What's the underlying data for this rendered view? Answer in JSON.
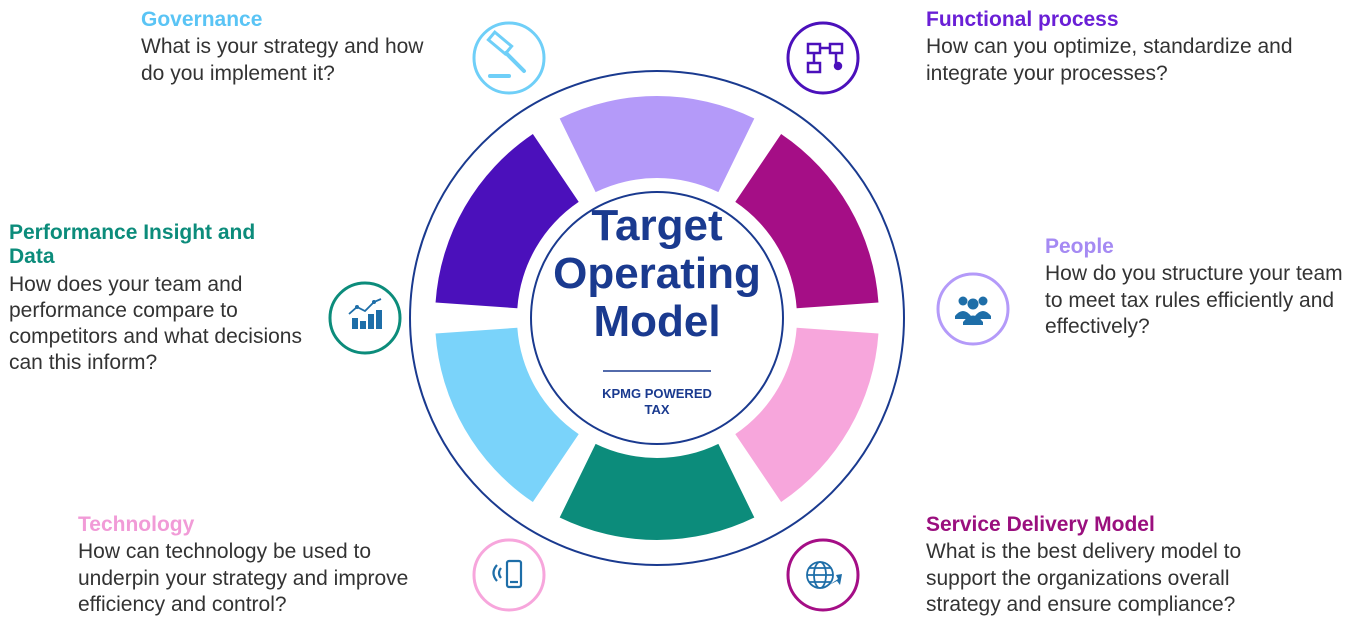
{
  "center": {
    "title_lines": [
      "Target",
      "Operating",
      "Model"
    ],
    "subtitle_lines": [
      "KPMG POWERED",
      "TAX"
    ],
    "color": "#1a3a8f"
  },
  "segments": [
    {
      "key": "governance",
      "title": "Governance",
      "description": "What is your strategy and how do you implement it?",
      "color": "#7ad3fa",
      "title_color": "#5ac4f5",
      "icon": "gavel-icon"
    },
    {
      "key": "functional",
      "title": "Functional process",
      "description": "How can you optimize, standardize and integrate your processes?",
      "color": "#4b10bb",
      "title_color": "#6a1fd6",
      "icon": "flowchart-icon"
    },
    {
      "key": "people",
      "title": "People",
      "description": "How do you structure your team to meet tax rules efficiently and effectively?",
      "color": "#b49af9",
      "title_color": "#a58af3",
      "icon": "people-icon"
    },
    {
      "key": "service",
      "title": "Service Delivery Model",
      "description": "What is the best delivery model to support the organizations overall strategy and ensure compliance?",
      "color": "#a50e86",
      "title_color": "#9a0f7e",
      "icon": "globe-arrow-icon"
    },
    {
      "key": "technology",
      "title": "Technology",
      "description": "How can technology be used to underpin your strategy and improve efficiency and control?",
      "color": "#f7a6dc",
      "title_color": "#f19bd7",
      "icon": "mobile-phone-icon"
    },
    {
      "key": "performance",
      "title": "Performance Insight and Data",
      "description": "How does your team and performance compare to competitors and what decisions can this inform?",
      "color": "#0c8c7b",
      "title_color": "#0c8c7b",
      "icon": "chart-trend-icon"
    }
  ]
}
